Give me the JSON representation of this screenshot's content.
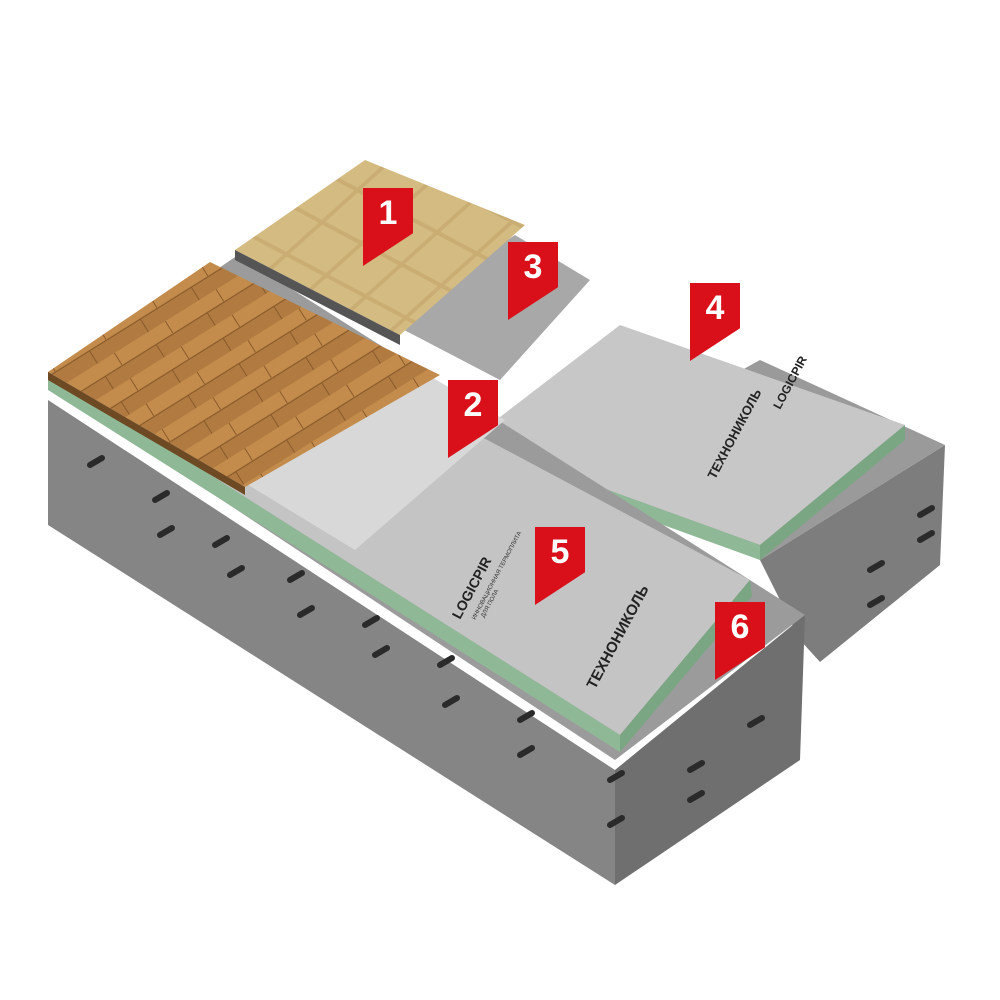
{
  "diagram": {
    "board_labels": {
      "brand": "ТЕХНОНИКОЛЬ",
      "product": "LOGICPIR",
      "subtitle_line1": "ИННОВАЦИОННАЯ ТЕРМОПЛИТА",
      "subtitle_line2": "ДЛЯ ПОЛА"
    },
    "markers": [
      {
        "id": "1",
        "label": "1"
      },
      {
        "id": "2",
        "label": "2"
      },
      {
        "id": "3",
        "label": "3"
      },
      {
        "id": "4",
        "label": "4"
      },
      {
        "id": "5",
        "label": "5"
      },
      {
        "id": "6",
        "label": "6"
      }
    ],
    "colors": {
      "marker": "#d9101a",
      "insulation_edge": "#8fb996",
      "concrete": "#8a8a8a"
    }
  }
}
